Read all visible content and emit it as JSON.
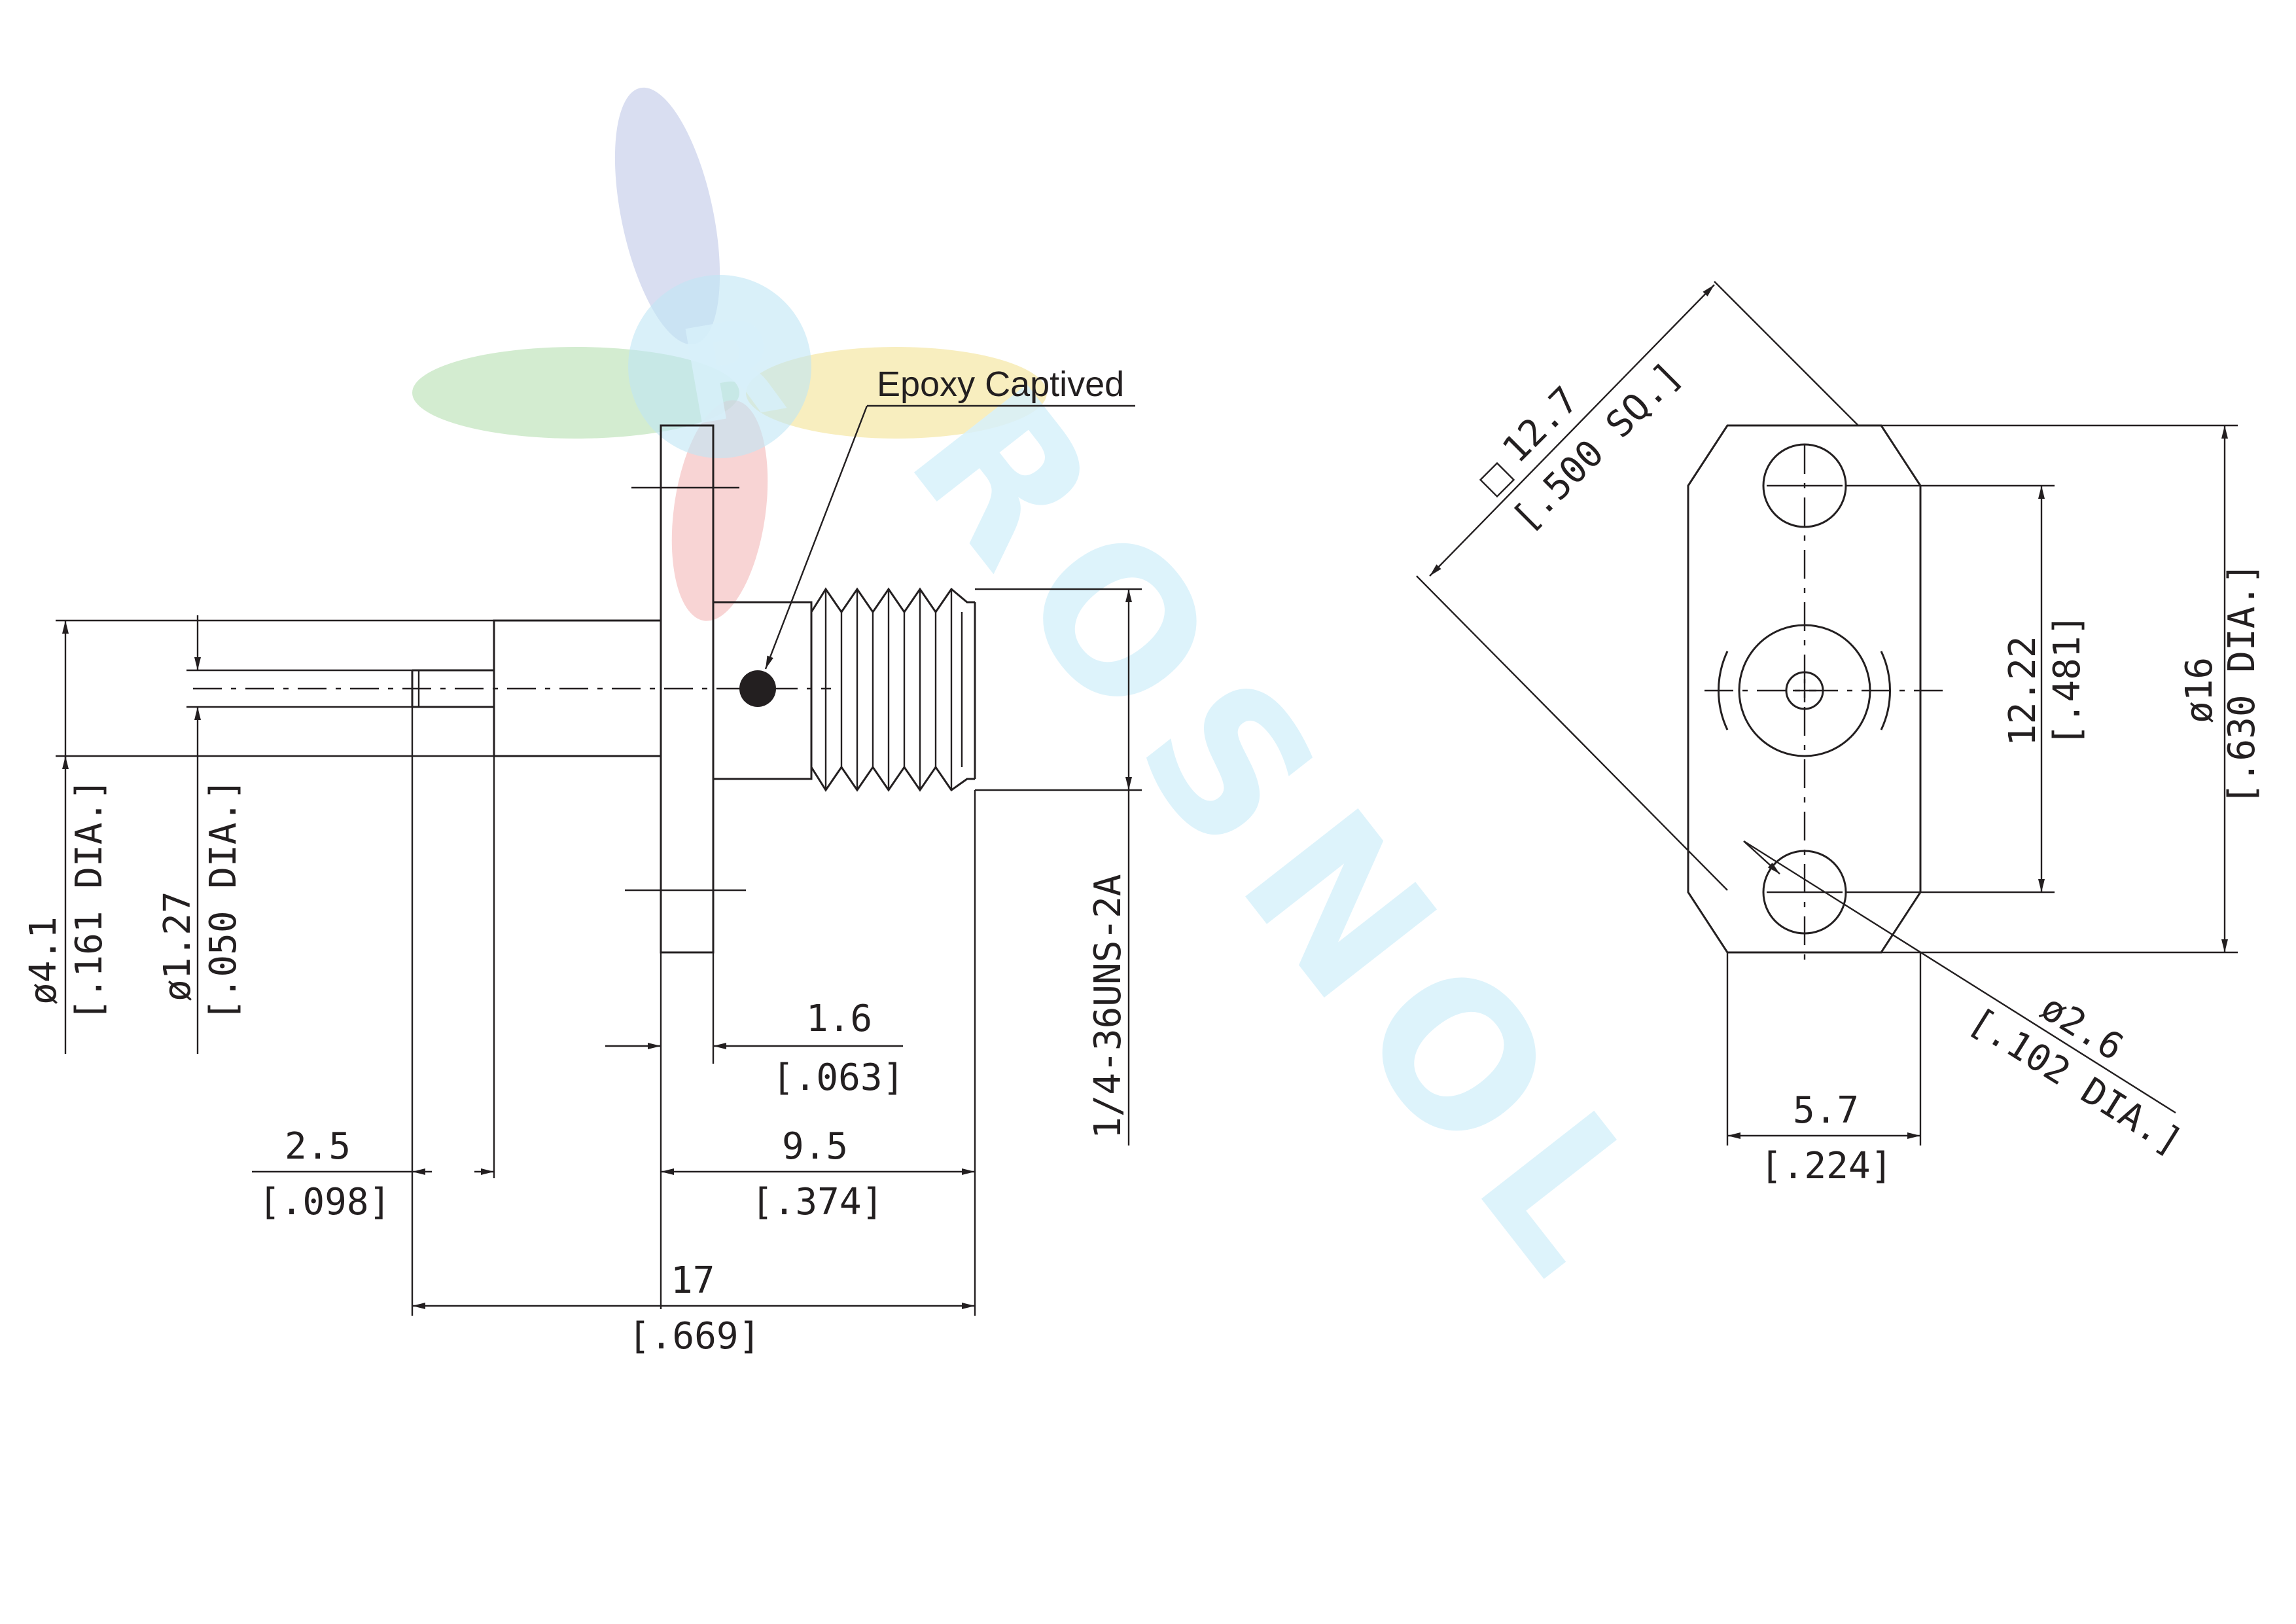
{
  "callouts": {
    "epoxy": "Epoxy Captived"
  },
  "side_view": {
    "dim_4_1": {
      "mm": "ø4.1",
      "inch": "[.161 DIA.]"
    },
    "dim_1_27": {
      "mm": "ø1.27",
      "inch": "[.050 DIA.]"
    },
    "dim_thread": {
      "spec": "1/4-36UNS-2A"
    },
    "dim_1_6": {
      "mm": "1.6",
      "inch": "[.063]"
    },
    "dim_2_5": {
      "mm": "2.5",
      "inch": "[.098]"
    },
    "dim_9_5": {
      "mm": "9.5",
      "inch": "[.374]"
    },
    "dim_17": {
      "mm": "17",
      "inch": "[.669]"
    }
  },
  "front_view": {
    "dim_12_7": {
      "mm": "12.7",
      "inch": "[.500 SQ.]"
    },
    "dim_12_22": {
      "mm": "12.22",
      "inch": "[.481]"
    },
    "dim_16": {
      "mm": "ø16",
      "inch": "[.630 DIA.]"
    },
    "dim_2_6": {
      "mm": "ø2.6",
      "inch": "[.102 DIA.]"
    },
    "dim_5_7": {
      "mm": "5.7",
      "inch": "[.224]"
    }
  },
  "watermark": {
    "logo_letter": "R",
    "text": "ROSNOL",
    "colors": {
      "blue": "#b9c3e6",
      "green": "#a8d9a2",
      "yellow": "#f3e08a",
      "red": "#f2b0b0",
      "cyan": "#bfe6f5"
    }
  }
}
